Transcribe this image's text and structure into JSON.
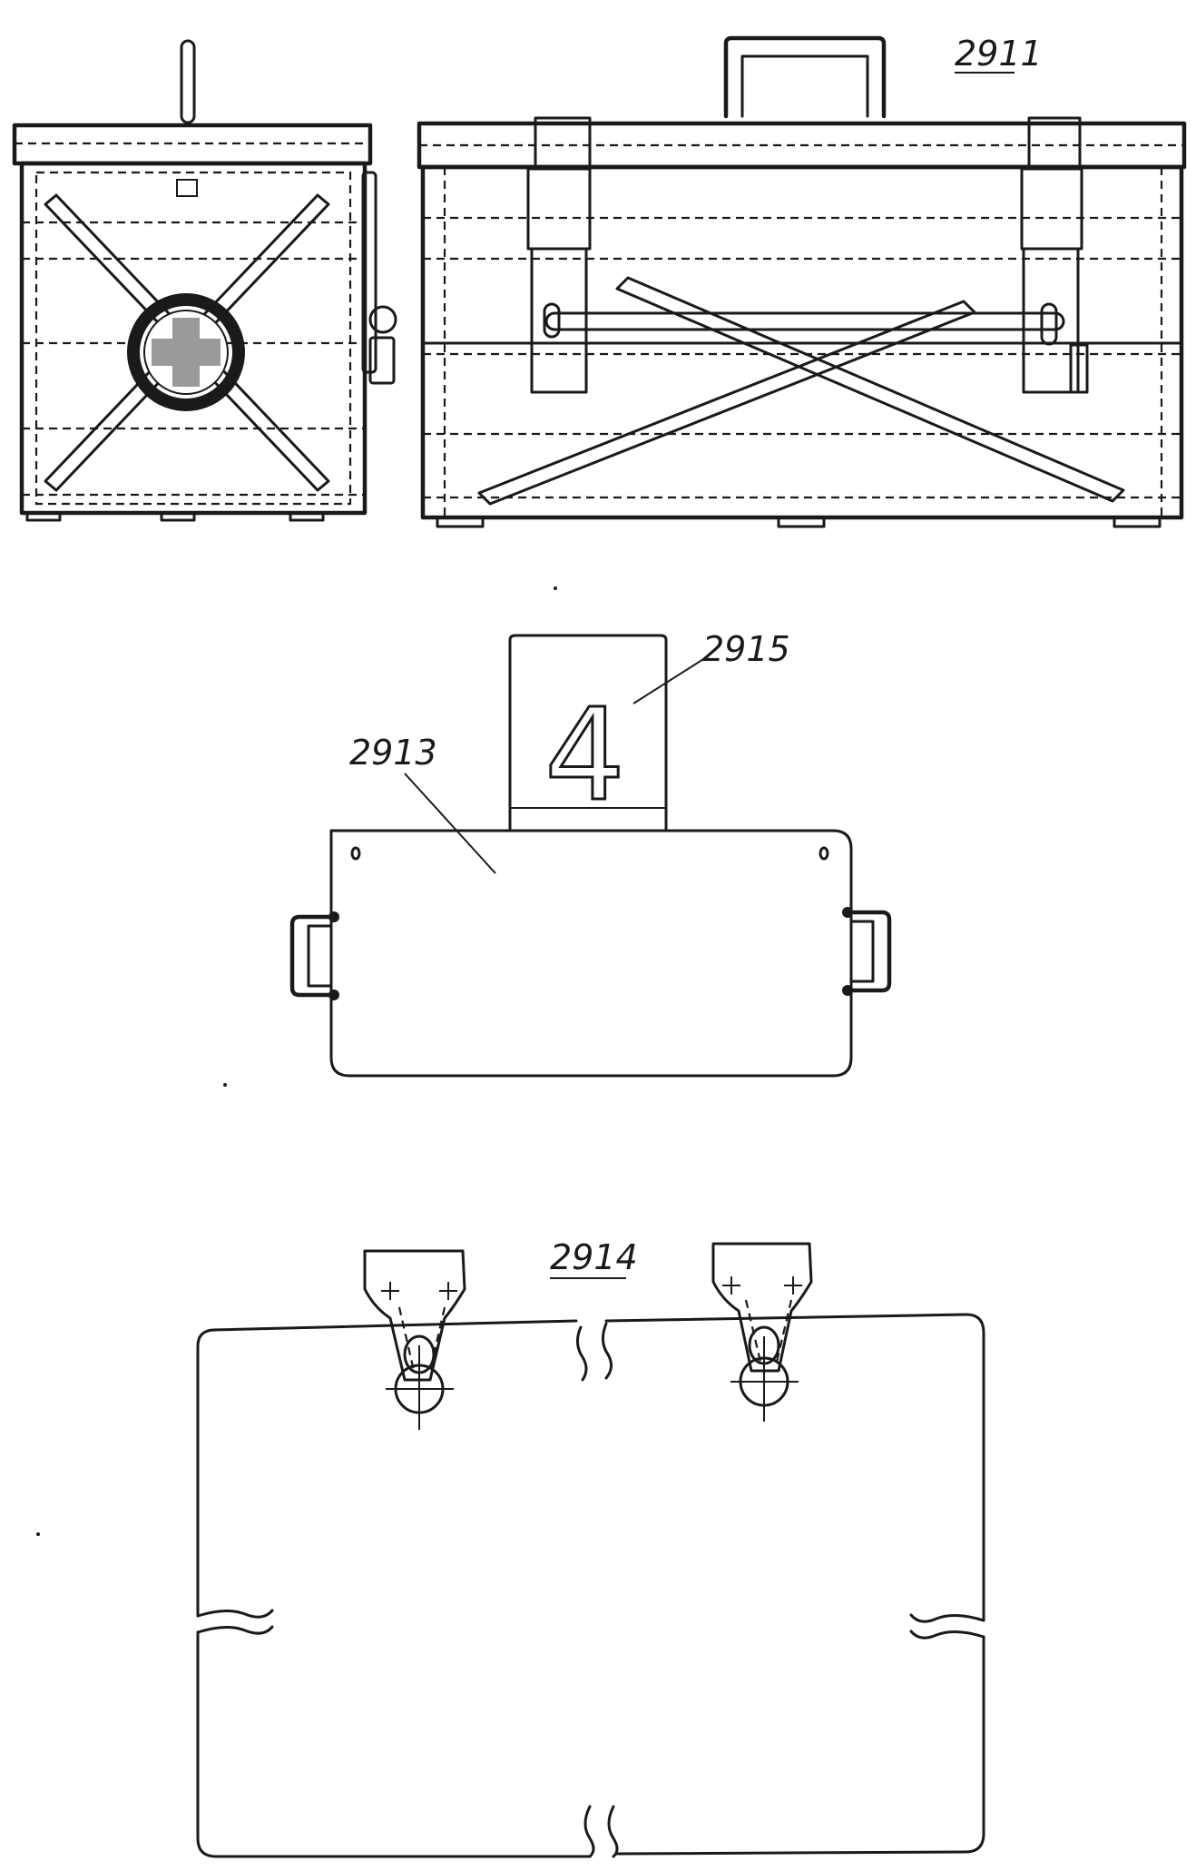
{
  "labels": {
    "case_assembly": "2911",
    "cover_plate": "2913",
    "number_plate": "2915",
    "panel": "2914",
    "number_plate_digit": "4"
  },
  "colors": {
    "ink": "#1a1a1a",
    "paper": "#ffffff"
  }
}
